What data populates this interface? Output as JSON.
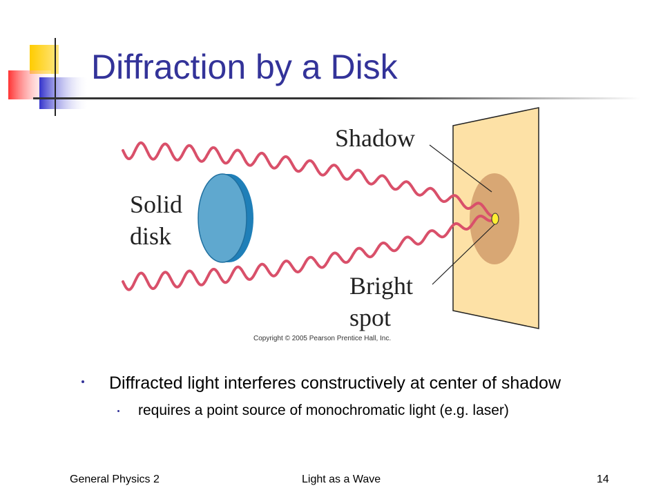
{
  "slide": {
    "title": "Diffraction by a Disk"
  },
  "figure": {
    "label_shadow": "Shadow",
    "label_solid_line1": "Solid",
    "label_solid_line2": "disk",
    "label_bright_line1": "Bright",
    "label_bright_line2": "spot",
    "copyright": "Copyright © 2005 Pearson Prentice Hall, Inc."
  },
  "bullets": {
    "main": "Diffracted light interferes constructively at center of shadow",
    "sub": "requires a point source of monochromatic light (e.g. laser)"
  },
  "footer": {
    "left": "General Physics 2",
    "center": "Light as a Wave",
    "right": "14"
  },
  "colors": {
    "title": "#333399",
    "wave": "#d9506a",
    "disk": "#5fa8cf",
    "screen": "#fde1a6",
    "shadow": "#d8a774",
    "spot": "#ffee33"
  }
}
